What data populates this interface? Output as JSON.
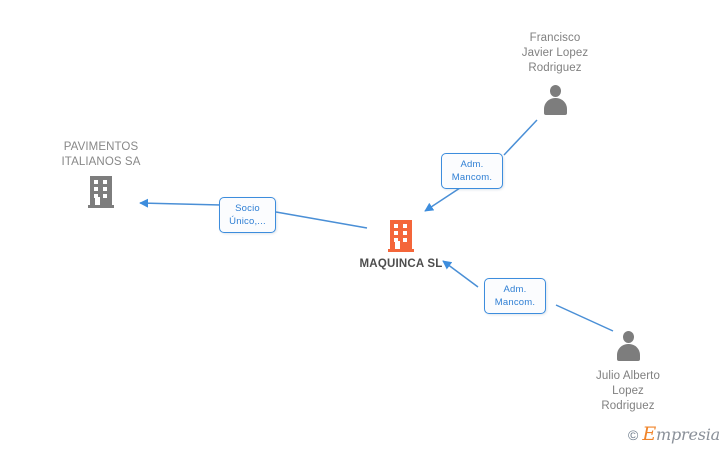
{
  "graph": {
    "title": "MAQUINCA SL corporate relations diagram",
    "accent_color": "#3d8ddd",
    "center_color": "#f4663a",
    "node_gray": "#7d7d7d",
    "text_gray": "#808080"
  },
  "nodes": {
    "center": {
      "name": "MAQUINCA SL",
      "icon": "building-icon",
      "type": "company"
    },
    "pavimentos": {
      "name": "PAVIMENTOS\nITALIANOS SA",
      "icon": "building-icon",
      "type": "company"
    },
    "francisco": {
      "name": "Francisco\nJavier Lopez\nRodriguez",
      "icon": "person-icon",
      "type": "person"
    },
    "julio": {
      "name": "Julio Alberto\nLopez\nRodriguez",
      "icon": "person-icon",
      "type": "person"
    }
  },
  "edges": [
    {
      "id": "edge-socio-unico",
      "label": "Socio\nÚnico,...",
      "from": "MAQUINCA SL",
      "to": "PAVIMENTOS ITALIANOS SA"
    },
    {
      "id": "edge-adm-mancom-francisco",
      "label": "Adm.\nMancom.",
      "from": "Francisco Javier Lopez Rodriguez",
      "to": "MAQUINCA SL"
    },
    {
      "id": "edge-adm-mancom-julio",
      "label": "Adm.\nMancom.",
      "from": "Julio Alberto Lopez Rodriguez",
      "to": "MAQUINCA SL"
    }
  ],
  "watermark": {
    "copyright": "©",
    "brand_initial": "E",
    "brand_rest": "mpresia"
  }
}
